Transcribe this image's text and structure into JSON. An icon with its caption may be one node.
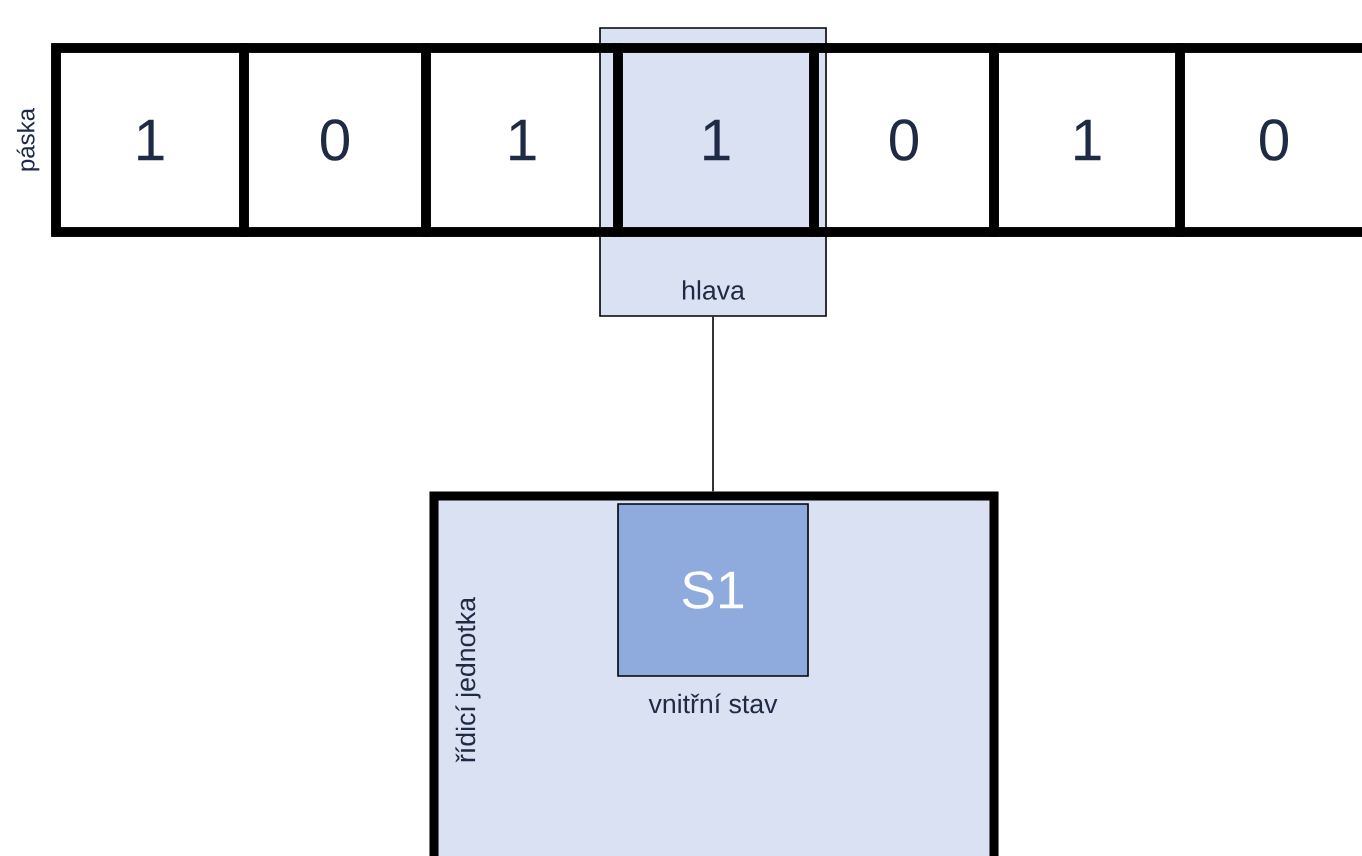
{
  "diagram": {
    "nodes": [
      {
        "text": [
          "páska"
        ]
      },
      {
        "text": [
          "1"
        ],
        "in": 0
      },
      {
        "text": [
          "0"
        ],
        "in": 0
      },
      {
        "text": [
          "1"
        ],
        "in": 0
      },
      {
        "text": [
          "1"
        ]
      },
      {
        "text": [
          "0"
        ],
        "in": 0
      },
      {
        "text": [
          "1"
        ],
        "in": 0
      },
      {
        "text": [
          "0"
        ],
        "in": 0
      },
      {
        "text": [
          "hlava"
        ]
      },
      {
        "text": [
          "řídicí jednotka"
        ]
      },
      {
        "text": [
          "S1"
        ],
        "in": 9,
        "beside": [
          "vnitřní stav"
        ]
      }
    ],
    "edges": [
      {
        "from": 8,
        "to": 9,
        "arrow": "none"
      }
    ]
  }
}
